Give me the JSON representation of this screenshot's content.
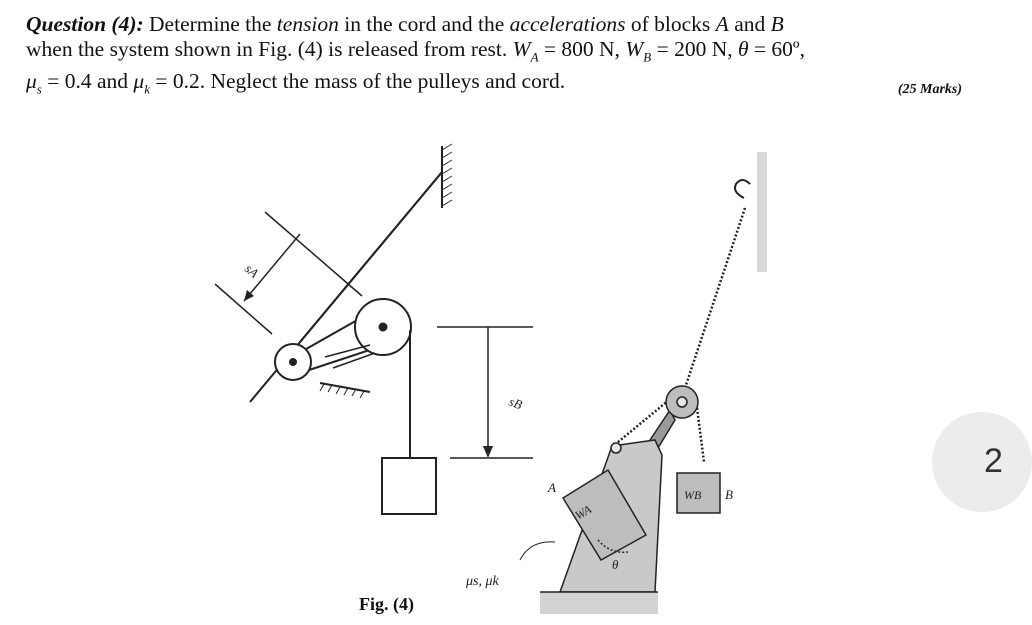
{
  "question": {
    "heading": "Question (4):",
    "line1_part1": " Determine the ",
    "tension_word": "tension",
    "line1_part2": " in the cord and the ",
    "accelerations_word": "accelerations",
    "line1_part3": " of blocks ",
    "block_a": "A",
    "and_word": " and ",
    "block_b": "B",
    "line2": "when the system shown in Fig. (4) is released from rest.",
    "wa_value": " = 800 N, ",
    "wb_value": " = 200 N, ",
    "theta_value": " = 60º,",
    "mus_value": " = 0.4 and ",
    "muk_value": " = 0.2. Neglect the mass of the pulleys and cord.",
    "marks": "(25 Marks)"
  },
  "figure": {
    "caption": "Fig. (4)",
    "labels": {
      "sA": "sA",
      "sB": "sB",
      "A": "A",
      "WA": "WA",
      "WB": "WB",
      "B": "B",
      "theta": "θ",
      "mu": "μs, μk"
    }
  },
  "side_badge": "2",
  "colors": {
    "incline_fill": "#c9c9c9",
    "block_fill": "#bdbdbd",
    "line": "#222222"
  }
}
